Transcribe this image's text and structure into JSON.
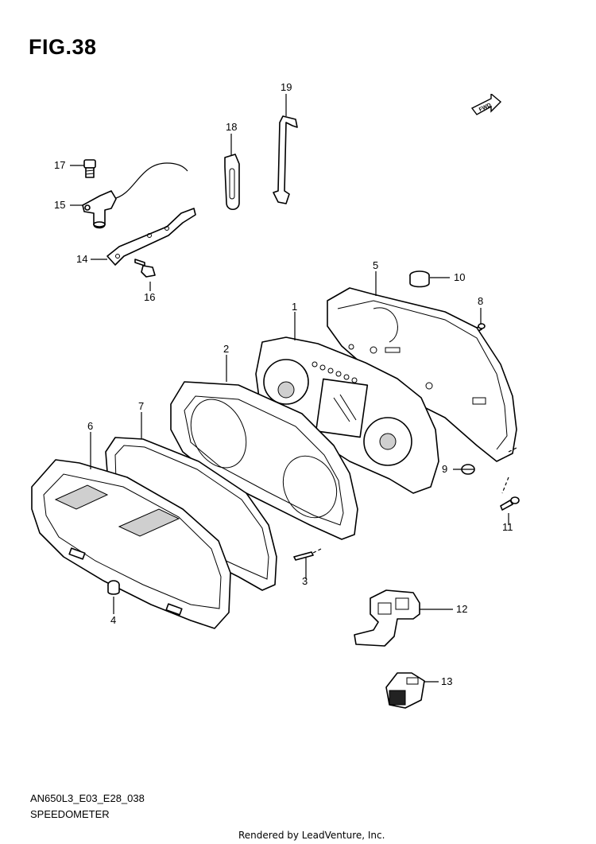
{
  "figure": {
    "title": "FIG.38",
    "fwd_label": "FWD"
  },
  "parts": [
    {
      "ref": "1"
    },
    {
      "ref": "2"
    },
    {
      "ref": "3"
    },
    {
      "ref": "4"
    },
    {
      "ref": "5"
    },
    {
      "ref": "6"
    },
    {
      "ref": "7"
    },
    {
      "ref": "8"
    },
    {
      "ref": "9"
    },
    {
      "ref": "10"
    },
    {
      "ref": "11"
    },
    {
      "ref": "12"
    },
    {
      "ref": "13"
    },
    {
      "ref": "14"
    },
    {
      "ref": "15"
    },
    {
      "ref": "16"
    },
    {
      "ref": "17"
    },
    {
      "ref": "18"
    },
    {
      "ref": "19"
    }
  ],
  "footer": {
    "diagram_code": "AN650L3_E03_E28_038",
    "assembly_name": "SPEEDOMETER",
    "credit": "Rendered by LeadVenture, Inc."
  }
}
